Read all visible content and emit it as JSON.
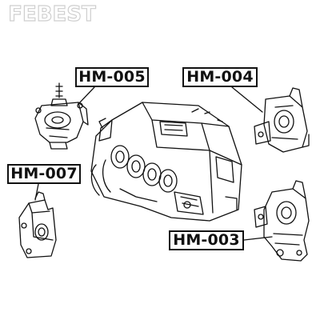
{
  "labels": {
    "hm005": "HM-005",
    "hm004": "HM-004",
    "hm007": "HM-007",
    "hm003": "HM-003"
  },
  "watermark": "FEBEST",
  "colors": {
    "line": "#111111",
    "watermark": "#cfcfcf"
  }
}
